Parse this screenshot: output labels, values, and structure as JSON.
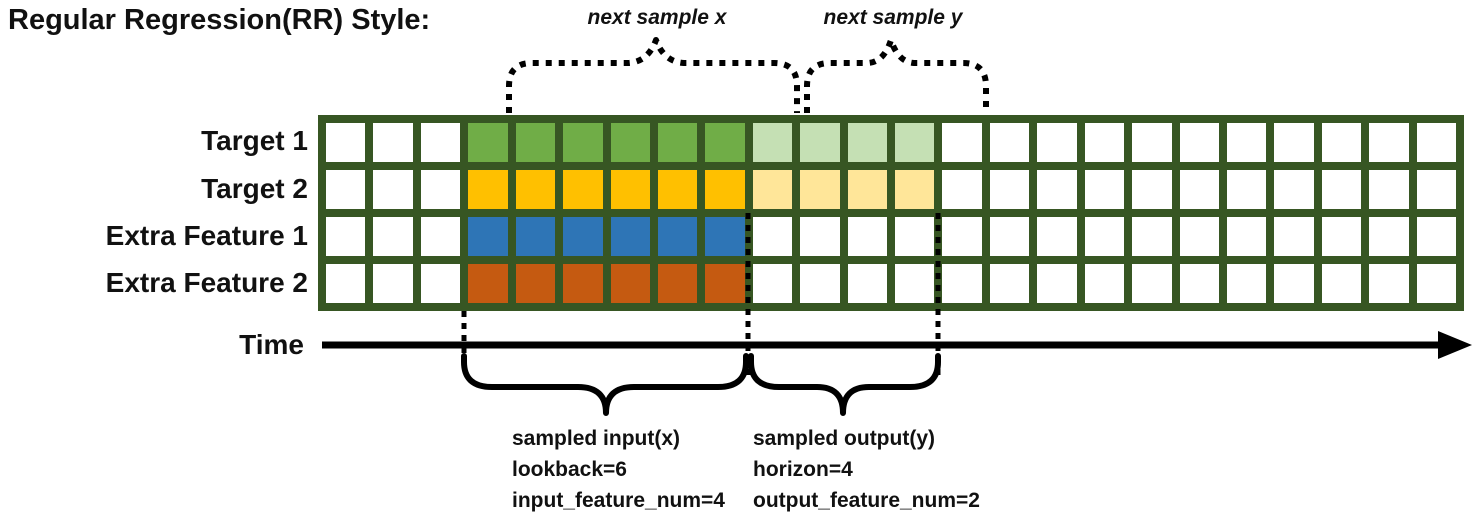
{
  "title": "Regular Regression(RR) Style:",
  "annotations": {
    "next_sample_x": "next sample x",
    "next_sample_y": "next sample y"
  },
  "grid": {
    "border_color": "#375623",
    "columns_total": 24,
    "lead_in_columns": 3,
    "rows": [
      {
        "label": "Target 1",
        "input_color": "#70AD47",
        "output_color": "#C5E0B4",
        "has_output": true
      },
      {
        "label": "Target 2",
        "input_color": "#FFC000",
        "output_color": "#FFE699",
        "has_output": true
      },
      {
        "label": "Extra Feature 1",
        "input_color": "#2E75B6",
        "output_color": "#FFFFFF",
        "has_output": false
      },
      {
        "label": "Extra Feature 2",
        "input_color": "#C55A11",
        "output_color": "#FFFFFF",
        "has_output": false
      }
    ],
    "empty_cell_color": "#FFFFFF"
  },
  "time_axis": {
    "label": "Time"
  },
  "sampling": {
    "input": {
      "lookback": 6,
      "input_feature_num": 4,
      "lines": [
        "sampled input(x)",
        "lookback=6",
        "input_feature_num=4"
      ]
    },
    "output": {
      "horizon": 4,
      "output_feature_num": 2,
      "lines": [
        "sampled output(y)",
        "horizon=4",
        "output_feature_num=2"
      ]
    }
  }
}
